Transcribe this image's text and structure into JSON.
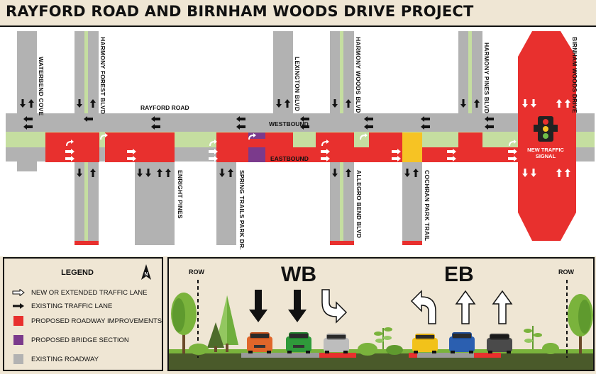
{
  "title": "RAYFORD ROAD AND BIRNHAM WOODS DRIVE PROJECT",
  "map": {
    "main_road": "RAYFORD ROAD",
    "westbound": "WESTBOUND",
    "eastbound": "EASTBOUND",
    "signal_label_line1": "NEW TRAFFIC",
    "signal_label_line2": "SIGNAL",
    "north_streets": [
      "WATERBEND COVE",
      "HARMONY FOREST BLVD",
      "LEXINGTON BLVD",
      "HARMONY WOODS BLVD",
      "HARMONY PINES BLVD",
      "BIRNHAM WOODS DRIVE"
    ],
    "south_streets": [
      "ENRIGHT PINES",
      "SPRING TRAILS PARK DR.",
      "ALLEGRO BEND BLVD",
      "COCHRAN PARK TRAIL"
    ]
  },
  "legend": {
    "title": "LEGEND",
    "north_letter": "N",
    "items": [
      {
        "label": "NEW OR EXTENDED TRAFFIC LANE",
        "symbol": "outline-arrow-icon"
      },
      {
        "label": "EXISTING TRAFFIC LANE",
        "symbol": "arrow-icon"
      },
      {
        "label": "PROPOSED ROADWAY IMPROVEMENTS",
        "color": "#e8302e"
      },
      {
        "label": "PROPOSED BRIDGE SECTION",
        "color": "#7b3a8c"
      },
      {
        "label": "EXISTING ROADWAY",
        "color": "#b2b2b2"
      }
    ]
  },
  "cross_section": {
    "wb": "WB",
    "eb": "EB",
    "row_left": "ROW",
    "row_right": "ROW"
  },
  "colors": {
    "proposed": "#e8302e",
    "bridge": "#7b3a8c",
    "existing": "#b2b2b2",
    "median": "#c5dea0",
    "signal_intersection": "#f6c324"
  }
}
